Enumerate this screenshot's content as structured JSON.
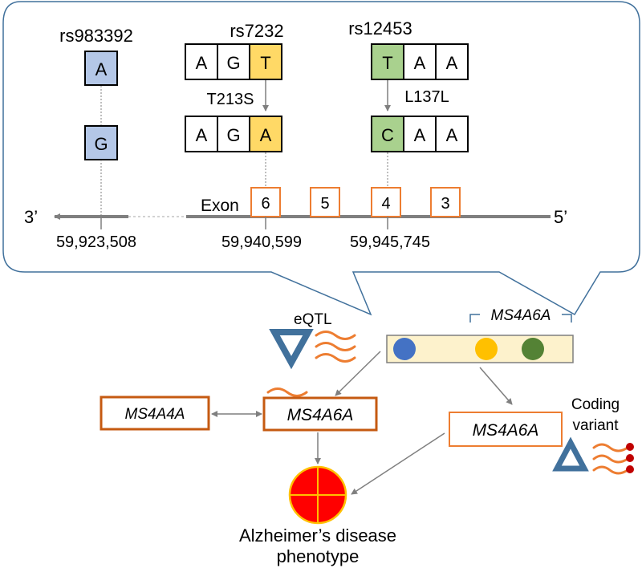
{
  "snps": {
    "rs983392": {
      "label": "rs983392",
      "ref": "A",
      "alt": "G"
    },
    "rs7232": {
      "label": "rs7232",
      "ref_codon": [
        "A",
        "G",
        "T"
      ],
      "alt_codon": [
        "A",
        "G",
        "A"
      ],
      "change": "T213S"
    },
    "rs12453": {
      "label": "rs12453",
      "ref_codon": [
        "T",
        "A",
        "A"
      ],
      "alt_codon": [
        "C",
        "A",
        "A"
      ],
      "change": "L137L"
    }
  },
  "gene_track": {
    "end_left": "3’",
    "end_right": "5’",
    "exon_label": "Exon",
    "exons": [
      "6",
      "5",
      "4",
      "3"
    ],
    "positions": [
      "59,923,508",
      "59,940,599",
      "59,945,745"
    ]
  },
  "network": {
    "gene_label": "MS4A6A",
    "eqtl_label": "eQTL",
    "coding_label_1": "Coding",
    "coding_label_2": "variant",
    "boxes": {
      "ms4a4a": "MS4A4A",
      "ms4a6a_expr": "MS4A6A",
      "ms4a6a_coding": "MS4A6A"
    },
    "phenotype_1": "Alzheimer’s disease",
    "phenotype_2": "phenotype"
  },
  "colors": {
    "snp_blue": "#b4c7e7",
    "snp_yellow": "#ffd966",
    "snp_green": "#a9d18e",
    "callout_line": "#41719c",
    "exon_orange": "#ed7d31",
    "box_brown": "#c55a11",
    "bar_fill": "#fdf2cc",
    "dot_blue": "#4472c4",
    "dot_yellow": "#ffc000",
    "dot_green": "#548235",
    "triangle_blue": "#41719c",
    "phenotype_red": "#ff0000",
    "phenotype_ring": "#ffc000",
    "wave_orange": "#ed7d31",
    "wave_dot": "#c00000"
  }
}
